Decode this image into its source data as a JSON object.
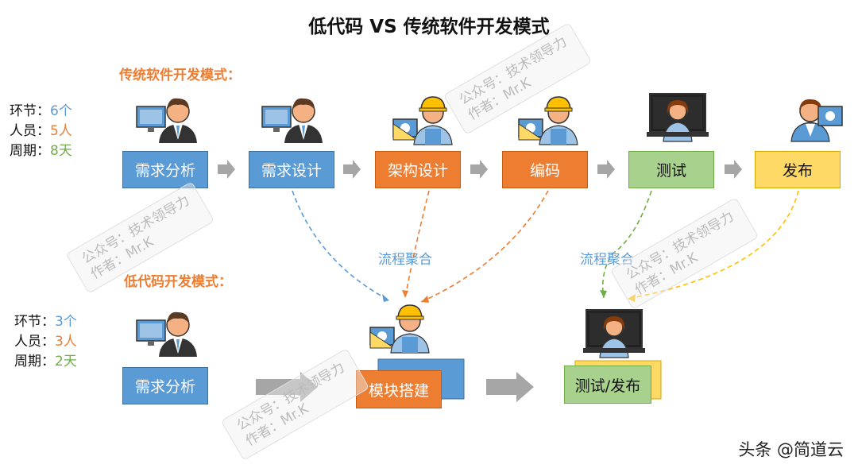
{
  "title": "低代码 VS 传统软件开发模式",
  "traditional": {
    "label": "传统软件开发模式：",
    "stats": [
      {
        "key": "环节：",
        "value": "6个"
      },
      {
        "key": "人员：",
        "value": "5人"
      },
      {
        "key": "周期：",
        "value": "8天"
      }
    ],
    "steps": [
      "需求分析",
      "需求设计",
      "架构设计",
      "编码",
      "测试",
      "发布"
    ]
  },
  "lowcode": {
    "label": "低代码开发模式：",
    "stats": [
      {
        "key": "环节：",
        "value": "3个"
      },
      {
        "key": "人员：",
        "value": "3人"
      },
      {
        "key": "周期：",
        "value": "2天"
      }
    ],
    "steps": [
      "需求分析",
      "模块搭建",
      "测试/发布"
    ]
  },
  "merge_label": "流程聚合",
  "watermark": {
    "line1": "公众号：技术领导力",
    "line2": "作者：Mr.K"
  },
  "footer": "头条 @简道云",
  "colors": {
    "blue": "#5b9bd5",
    "orange": "#ed7d31",
    "green": "#a9d18e",
    "yellow": "#ffd966",
    "gray": "#a6a6a6"
  }
}
